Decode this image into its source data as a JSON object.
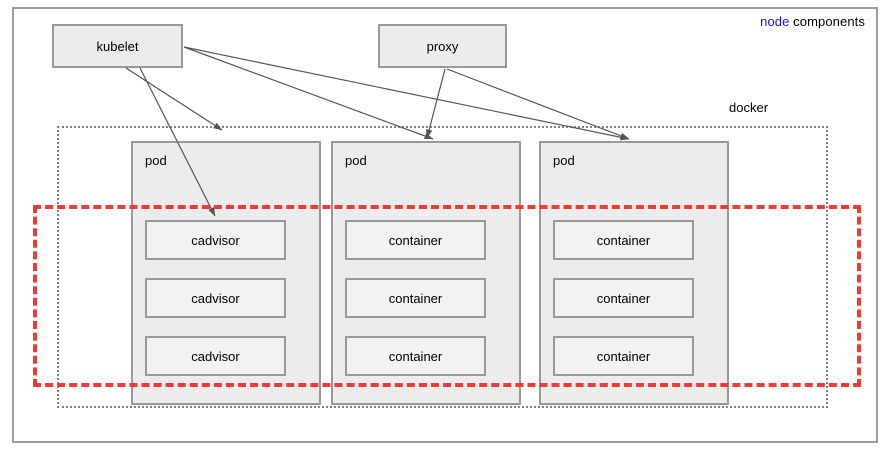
{
  "diagram": {
    "title_keyword": "node",
    "title_rest": " components",
    "docker_label": "docker",
    "accent_color": "#1111ee",
    "highlight_color": "#ee3b33",
    "box_fill": "#ececec",
    "inner_fill": "#f2f2f2",
    "border_color": "#999999",
    "frame_color": "#9d9d9d",
    "dotted_color": "#808080"
  },
  "components": [
    {
      "name": "kubelet",
      "label": "kubelet"
    },
    {
      "name": "proxy",
      "label": "proxy"
    }
  ],
  "pods": [
    {
      "label": "pod",
      "containers": [
        {
          "label": "cadvisor"
        },
        {
          "label": "cadvisor"
        },
        {
          "label": "cadvisor"
        }
      ]
    },
    {
      "label": "pod",
      "containers": [
        {
          "label": "container"
        },
        {
          "label": "container"
        },
        {
          "label": "container"
        }
      ]
    },
    {
      "label": "pod",
      "containers": [
        {
          "label": "container"
        },
        {
          "label": "container"
        },
        {
          "label": "container"
        }
      ]
    }
  ],
  "arrows": [
    {
      "from": "kubelet",
      "to": "pod-0"
    },
    {
      "from": "kubelet",
      "to": "pod-0-cadvisor-0"
    },
    {
      "from": "kubelet",
      "to": "pod-1"
    },
    {
      "from": "kubelet",
      "to": "pod-2"
    },
    {
      "from": "proxy",
      "to": "pod-1"
    },
    {
      "from": "proxy",
      "to": "pod-2"
    }
  ]
}
